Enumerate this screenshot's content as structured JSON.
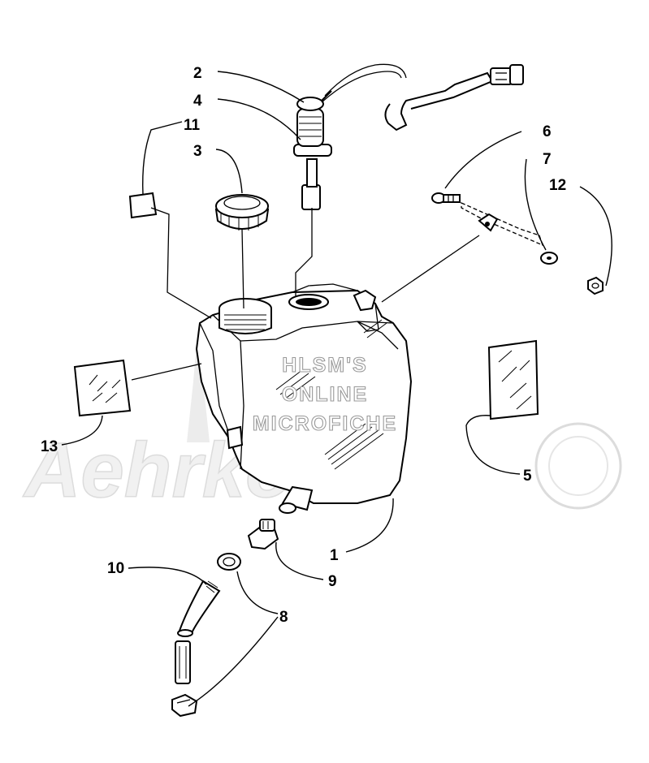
{
  "diagram": {
    "callouts": [
      {
        "id": "1",
        "label": "1"
      },
      {
        "id": "2",
        "label": "2"
      },
      {
        "id": "3",
        "label": "3"
      },
      {
        "id": "4",
        "label": "4"
      },
      {
        "id": "5",
        "label": "5"
      },
      {
        "id": "6",
        "label": "6"
      },
      {
        "id": "7",
        "label": "7"
      },
      {
        "id": "8",
        "label": "8"
      },
      {
        "id": "9",
        "label": "9"
      },
      {
        "id": "10",
        "label": "10"
      },
      {
        "id": "11",
        "label": "11"
      },
      {
        "id": "12",
        "label": "12"
      },
      {
        "id": "13",
        "label": "13"
      }
    ],
    "watermark": {
      "lines": [
        "HLSM'S",
        "ONLINE",
        "MICROFICHE"
      ],
      "brand": "Aehrkom"
    }
  },
  "colors": {
    "ink": "#000000",
    "paper": "#ffffff",
    "watermark": "#dcdcdc"
  }
}
